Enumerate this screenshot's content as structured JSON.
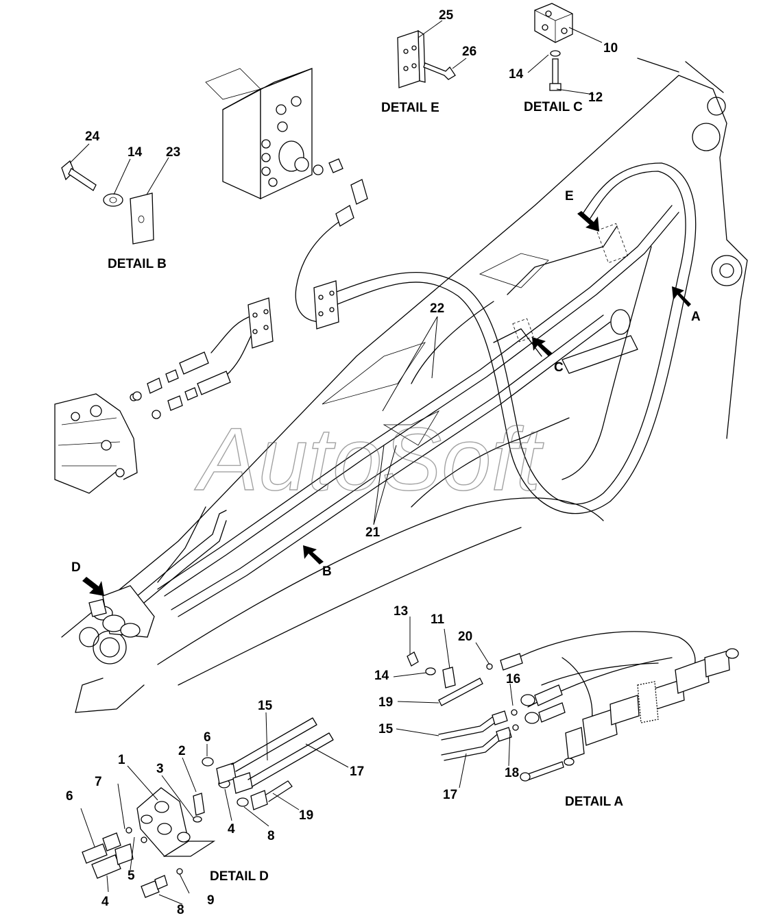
{
  "watermark": "AutoSoft",
  "details": {
    "a": "DETAIL A",
    "b": "DETAIL B",
    "c": "DETAIL C",
    "d": "DETAIL D",
    "e": "DETAIL E"
  },
  "view_markers": {
    "a": "A",
    "b": "B",
    "c": "C",
    "d": "D",
    "e": "E"
  },
  "callouts": {
    "detail_e": [
      "25",
      "26"
    ],
    "detail_c": [
      "10",
      "14",
      "12"
    ],
    "detail_b": [
      "24",
      "14",
      "23"
    ],
    "main": [
      "22",
      "21"
    ],
    "detail_a": [
      "13",
      "11",
      "20",
      "14",
      "16",
      "19",
      "15",
      "18",
      "17"
    ],
    "detail_d": [
      "1",
      "2",
      "6",
      "15",
      "17",
      "3",
      "7",
      "6",
      "4",
      "8",
      "19",
      "5",
      "4",
      "9",
      "8"
    ]
  }
}
